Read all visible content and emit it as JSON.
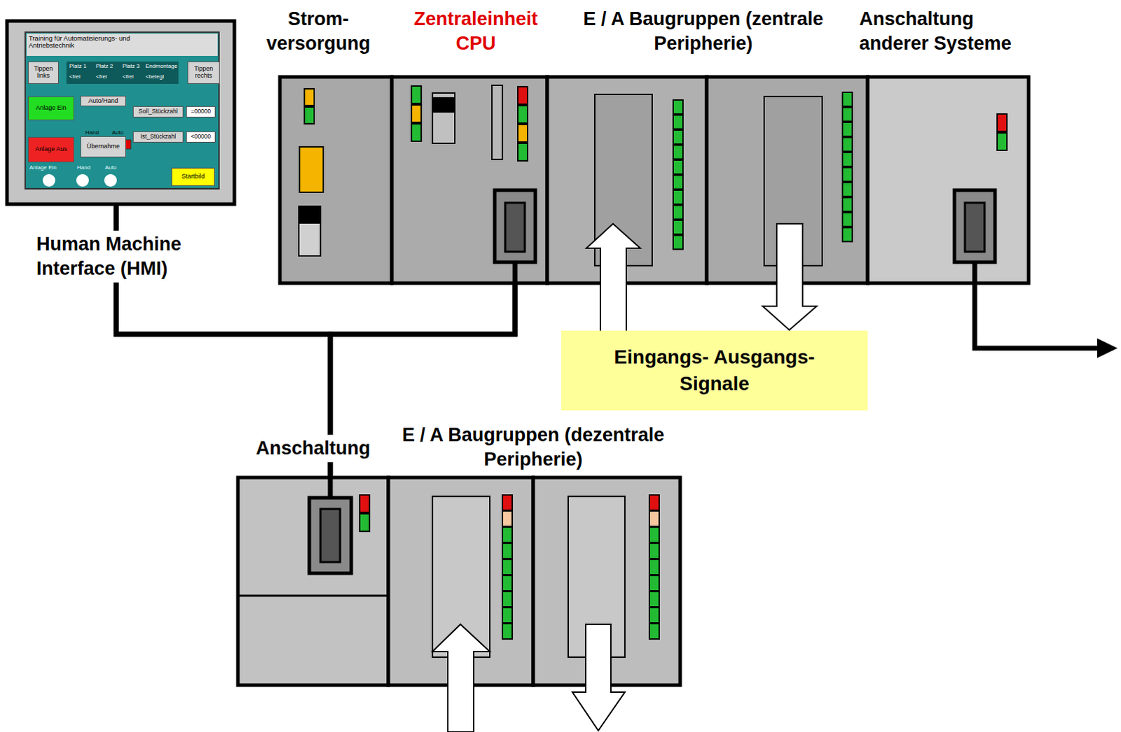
{
  "diagram": {
    "nodes": [
      {
        "text": [
          "Human Machine Interface (HMI)"
        ]
      },
      {
        "text": [
          "Tippen links"
        ],
        "in": 0
      },
      {
        "text": [
          "Tippen rechts"
        ],
        "in": 0
      },
      {
        "text": [
          "Anlage Ein"
        ],
        "in": 0
      },
      {
        "text": [
          "Auto/Hand"
        ],
        "in": 0
      },
      {
        "text": [
          "Soll_Stückzahl"
        ],
        "in": 0
      },
      {
        "text": [
          "=00000"
        ],
        "in": 0
      },
      {
        "text": [
          "Ist_Stückzahl"
        ],
        "in": 0
      },
      {
        "text": [
          "<00000"
        ],
        "in": 0
      },
      {
        "text": [
          "Übernahme"
        ],
        "in": 0
      },
      {
        "text": [
          "Anlage Aus"
        ],
        "in": 0
      },
      {
        "text": [
          "Startbild"
        ],
        "in": 0
      },
      {
        "text": [
          "Strom- versorgung"
        ]
      },
      {
        "text": [
          "Zentraleinheit CPU"
        ]
      },
      {
        "text": [
          "E / A Baugruppen (zentrale Peripherie)"
        ]
      },
      {
        "text": [
          "Anschaltung anderer Systeme"
        ]
      },
      {
        "text": [
          "Eingangs- Ausgangs- Signale"
        ]
      },
      {
        "text": [
          "Anschaltung"
        ]
      },
      {
        "text": [
          "E / A Baugruppen (dezentrale Peripherie)"
        ]
      }
    ],
    "edges": [
      {
        "from": 0,
        "to": 13,
        "arrow": "none"
      },
      {
        "from": 0,
        "to": 17,
        "arrow": "none"
      },
      {
        "from": 13,
        "to": 17,
        "arrow": "none"
      }
    ],
    "labels": [
      "Training für Automatisierungs- und Antriebstechnik",
      "Platz 1",
      "Platz 2",
      "Platz 3",
      "Endmontage",
      "<frei",
      "<frei",
      "<frei",
      "<belegt",
      "Hand",
      "Auto",
      "Anlage Ein",
      "Hand",
      "Auto"
    ]
  }
}
